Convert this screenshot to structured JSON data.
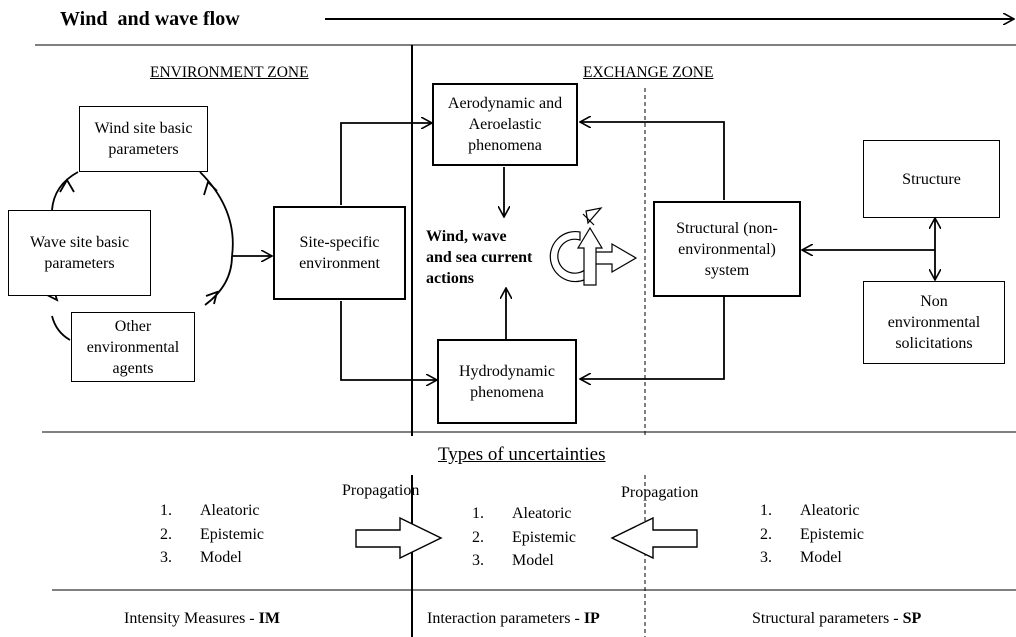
{
  "header": {
    "title": "Wind  and wave flow"
  },
  "zones": {
    "environment": "ENVIRONMENT ZONE",
    "exchange": "EXCHANGE ZONE"
  },
  "boxes": {
    "wind_site": "Wind site basic\nparameters",
    "wave_site": "Wave site basic\nparameters",
    "other_agents": "Other\nenvironmental\nagents",
    "site_specific": "Site-specific\nenvironment",
    "aero": "Aerodynamic and\nAeroelastic\nphenomena",
    "hydro": "Hydrodynamic\nphenomena",
    "structural_system": "Structural (non-\nenvironmental)\nsystem",
    "structure": "Structure",
    "non_env": "Non\nenvironmental\nsolicitations"
  },
  "actions_label": "Wind, wave\nand sea current\n actions",
  "uncertainties": {
    "title": "Types of uncertainties",
    "propagation": "Propagation",
    "list": [
      {
        "num": "1.",
        "label": "Aleatoric"
      },
      {
        "num": "2.",
        "label": "Epistemic"
      },
      {
        "num": "3.",
        "label": "Model"
      }
    ]
  },
  "footer": {
    "im": {
      "text": "Intensity Measures - ",
      "abbr": "IM"
    },
    "ip": {
      "text": "Interaction parameters - ",
      "abbr": "IP"
    },
    "sp": {
      "text": "Structural parameters - ",
      "abbr": "SP"
    }
  }
}
